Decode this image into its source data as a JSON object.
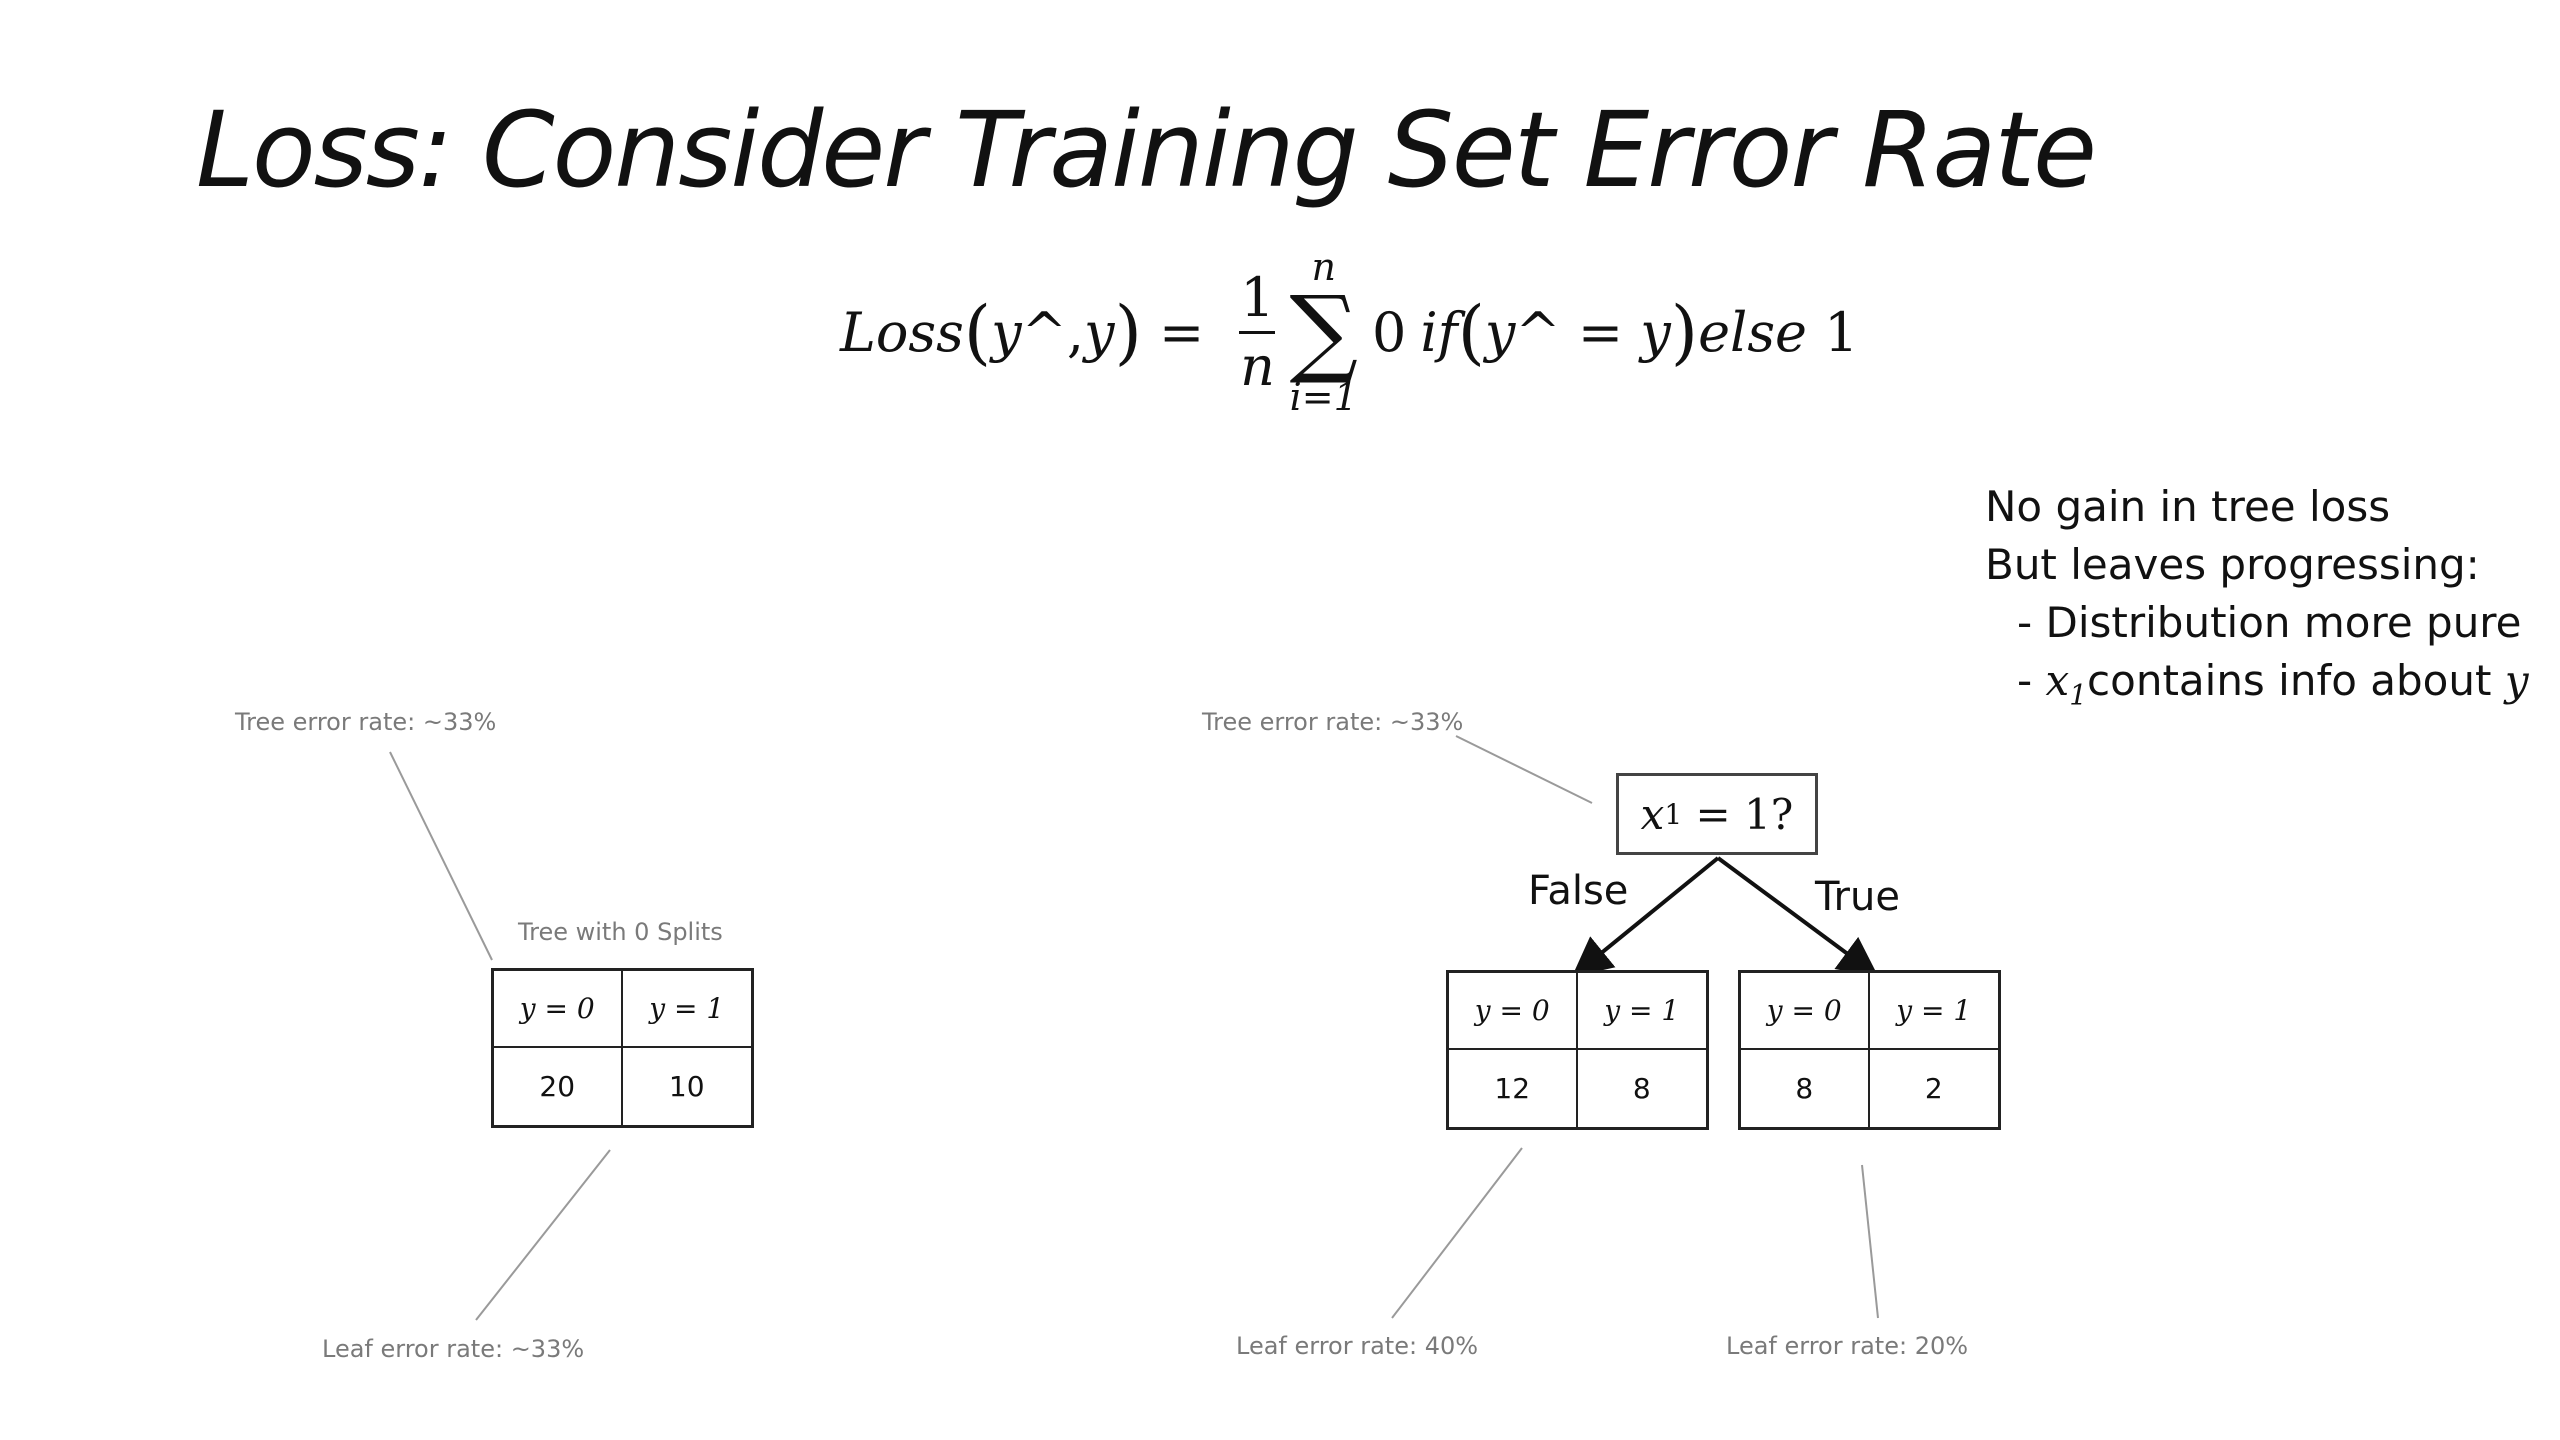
{
  "slide": {
    "title": "Loss: Consider Training Set Error Rate"
  },
  "formula": {
    "loss": "Loss",
    "open_paren": "(",
    "y_hat": "y^",
    "comma": ", ",
    "y": "y",
    "close_paren": ")",
    "equals": " = ",
    "frac_num": "1",
    "frac_den": "n",
    "sum_sup": "n",
    "sum_symbol": "∑",
    "sum_sub": "i=1",
    "zero": "0",
    "if": "if",
    "cond_open": "(",
    "cond_y_hat": "y^",
    "cond_eq": " = ",
    "cond_y": "y",
    "cond_close": ")",
    "else": "else",
    "one": " 1"
  },
  "notes": {
    "line1": "No gain in tree loss",
    "line2": "But leaves progressing:",
    "line3": "- Distribution more pure",
    "line4_prefix": "- ",
    "line4_var": "x",
    "line4_sub": "1",
    "line4_text": "contains info about ",
    "line4_y": "y"
  },
  "left_tree": {
    "tree_error": "Tree error rate: ~33%",
    "caption": "Tree with 0 Splits",
    "leaf": {
      "h0": "y = 0",
      "h1": "y = 1",
      "v0": "20",
      "v1": "10"
    },
    "leaf_error": "Leaf error rate: ~33%"
  },
  "right_tree": {
    "tree_error": "Tree error rate: ~33%",
    "split": {
      "var": "x",
      "sub": "1",
      "rest": " = 1?"
    },
    "false_label": "False",
    "true_label": "True",
    "leaf_false": {
      "h0": "y = 0",
      "h1": "y = 1",
      "v0": "12",
      "v1": "8"
    },
    "leaf_true": {
      "h0": "y = 0",
      "h1": "y = 1",
      "v0": "8",
      "v1": "2"
    },
    "leaf_false_error": "Leaf error rate: 40%",
    "leaf_true_error": "Leaf error rate: 20%"
  },
  "colors": {
    "text": "#111111",
    "annotation_gray": "#7a7a7a",
    "line_gray": "#9a9a9a",
    "border": "#222222"
  }
}
